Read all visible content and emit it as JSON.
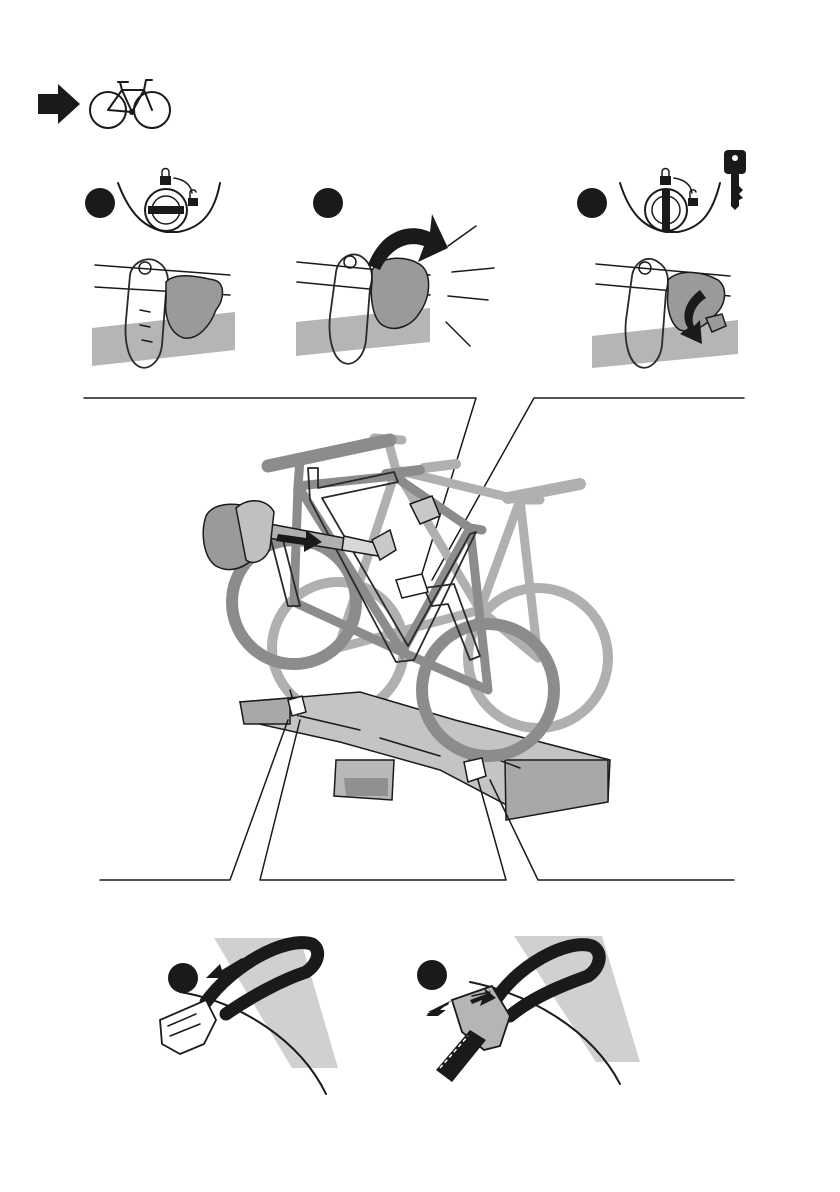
{
  "colors": {
    "ink": "#1a1a1a",
    "gray_fill": "#b5b5b5",
    "bike_back": "#b0b0b0",
    "bike_front": "#8c8c8c"
  },
  "icons": {
    "header": [
      "arrow-right-icon",
      "bicycle-icon"
    ],
    "lock_states": [
      "lock-closed-icon",
      "lock-open-icon"
    ],
    "key": "key-icon"
  },
  "steps": [
    {
      "id": "lock-closed-position",
      "icon": "lock-rotation-dial-horizontal"
    },
    {
      "id": "release-knob",
      "icon": "rotate-arrow-icon"
    },
    {
      "id": "lock-with-key",
      "icon": "lock-rotation-dial-vertical"
    },
    {
      "id": "strap-tighten",
      "icon": "strap-arrow-icon"
    },
    {
      "id": "strap-release",
      "icon": "strap-double-arrow-icon"
    }
  ]
}
